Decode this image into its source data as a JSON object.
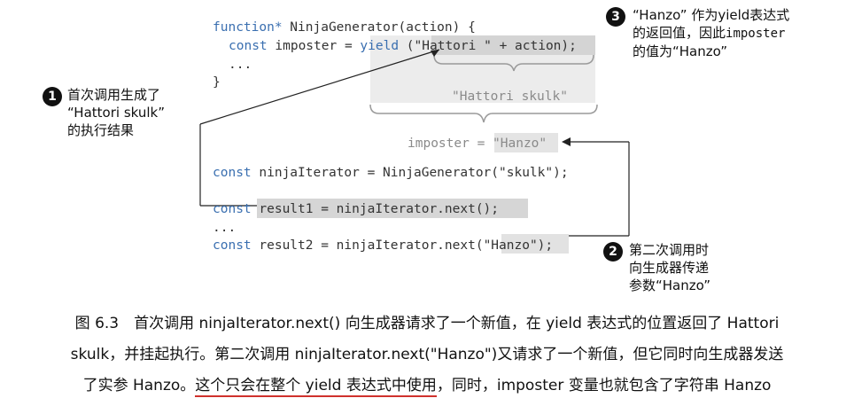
{
  "code": {
    "line1_kw": "function*",
    "line1_rest": " NinjaGenerator(action) {",
    "line2_kw": "const",
    "line2_mid": " imposter = ",
    "line2_yield": "yield",
    "line2_expr": " (\"Hattori \" + action);",
    "line3": "...",
    "line4": "}",
    "yield_result": "\"Hattori skulk\"",
    "imposter_label": "imposter = ",
    "imposter_value": "\"Hanzo\"",
    "line5_kw": "const",
    "line5_rest": " ninjaIterator = NinjaGenerator(\"skulk\");",
    "line6_kw": "const",
    "line6_rest": " result1 = ninjaIterator.next();",
    "line7": "...",
    "line8_kw": "const",
    "line8_mid": " result2 = ninjaIterator.next(",
    "line8_arg": "\"Hanzo\"",
    "line8_end": ");"
  },
  "callouts": {
    "c1_num": "1",
    "c1_line1": "首次调用生成了",
    "c1_line2": "“Hattori skulk”",
    "c1_line3": "的执行结果",
    "c2_num": "2",
    "c2_line1": "第二次调用时",
    "c2_line2": "向生成器传递",
    "c2_line3": "参数“Hanzo”",
    "c3_num": "3",
    "c3_line1": "“Hanzo” 作为yield表达式",
    "c3_line2a": "的返回值，因此",
    "c3_line2b": "imposter",
    "c3_line3": "的值为“Hanzo”"
  },
  "caption": {
    "line1": "图 6.3　首次调用 ninjaIterator.next() 向生成器请求了一个新值，在 yield 表达式的位置返回了 Hattori",
    "line2": "skulk，并挂起执行。第二次调用 ninjaIterator.next(\"Hanzo\")又请求了一个新值，但它同时向生成器发送",
    "line3a": "了实参 Hanzo。",
    "line3b": "这个只会在整个 yield 表达式中使用",
    "line3c": "，同时，imposter 变量也就包含了字符串 Hanzo"
  },
  "colors": {
    "keyword": "#3a6fb0",
    "highlight": "#dcdcdc",
    "underline": "#d0312d"
  }
}
